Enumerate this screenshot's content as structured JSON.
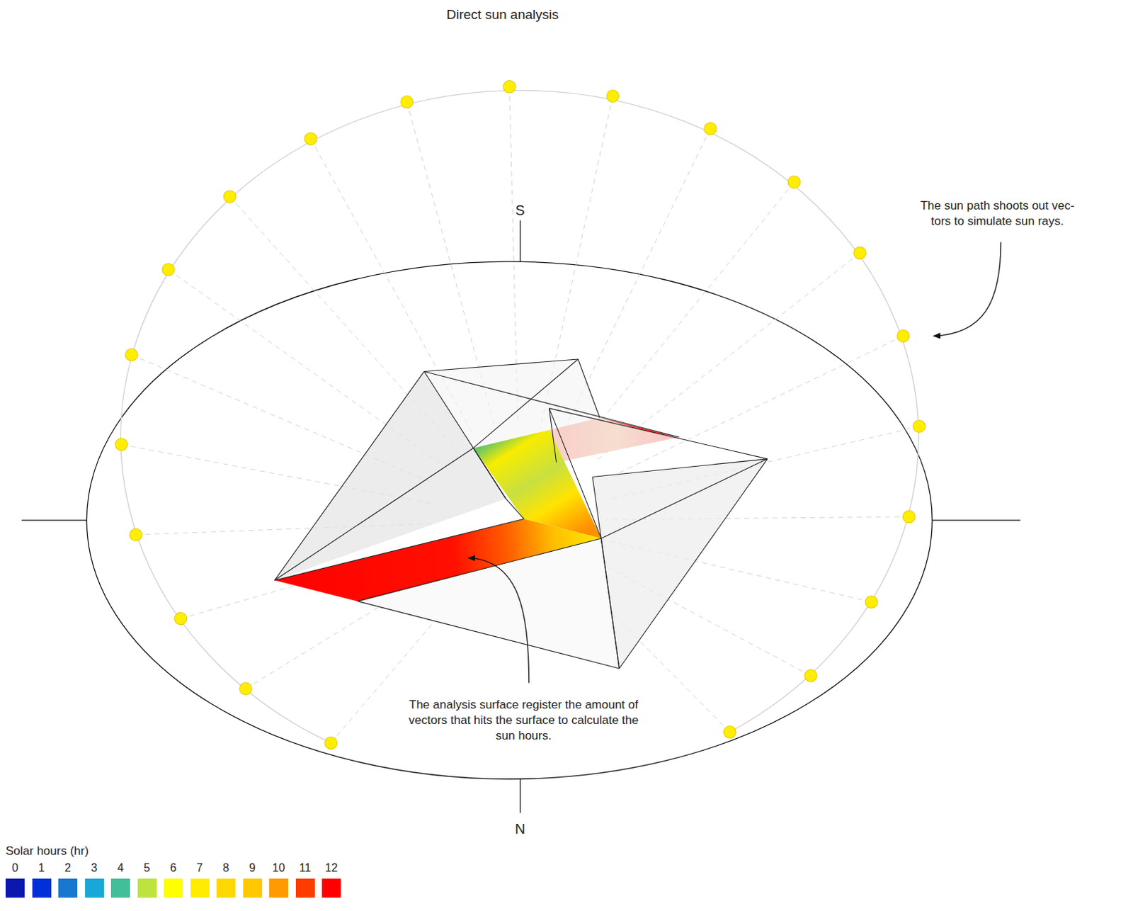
{
  "diagram": {
    "title": "Direct sun analysis",
    "labels": [
      "S",
      "N",
      "The sun path shoots out vec- tors to simulate sun rays.",
      "The analysis surface register the amount of vectors that hits the surface to calculate the sun hours.",
      "Solar hours (hr)"
    ],
    "legend": [
      {
        "text": "0",
        "color": "#0a18b0"
      },
      {
        "text": "1",
        "color": "#0030d8"
      },
      {
        "text": "2",
        "color": "#1878d0"
      },
      {
        "text": "3",
        "color": "#18a8d8"
      },
      {
        "text": "4",
        "color": "#40bf98"
      },
      {
        "text": "5",
        "color": "#bde33c"
      },
      {
        "text": "6",
        "color": "#ffff00"
      },
      {
        "text": "7",
        "color": "#ffec00"
      },
      {
        "text": "8",
        "color": "#ffd800"
      },
      {
        "text": "9",
        "color": "#ffc800"
      },
      {
        "text": "10",
        "color": "#ff9a00"
      },
      {
        "text": "11",
        "color": "#ff3c00"
      },
      {
        "text": "12",
        "color": "#ff0000"
      }
    ]
  }
}
